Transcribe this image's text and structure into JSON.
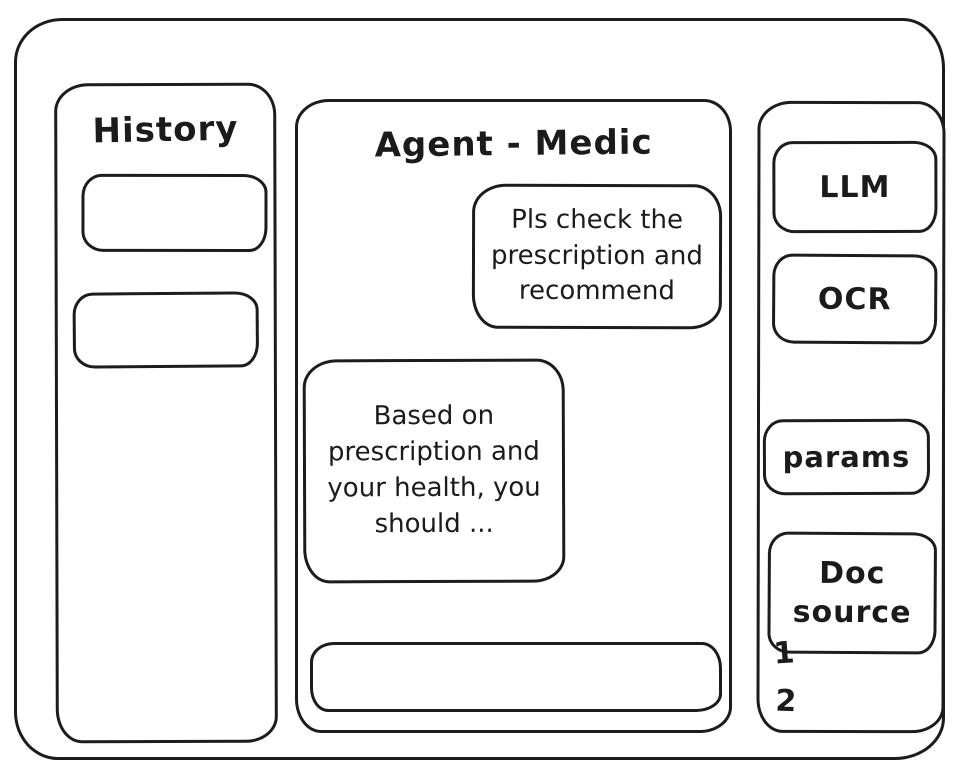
{
  "app": {
    "title": "Agent - Medic"
  },
  "history_panel": {
    "title": "History",
    "items": [
      {
        "label": ""
      },
      {
        "label": ""
      }
    ]
  },
  "chat": {
    "title": "Agent - Medic",
    "messages": [
      {
        "role": "user",
        "text": "Pls check the prescription and recommend"
      },
      {
        "role": "assistant",
        "text": "Based on prescription and your health, you should ..."
      }
    ],
    "input": {
      "value": "",
      "placeholder": ""
    }
  },
  "tools_panel": {
    "buttons": [
      {
        "label": "LLM"
      },
      {
        "label": "OCR"
      },
      {
        "label": "params"
      },
      {
        "label": "Doc source"
      }
    ],
    "doc_source_items": [
      "1",
      "2"
    ]
  },
  "colors": {
    "ink": "#1c1c1c",
    "background": "#ffffff"
  }
}
